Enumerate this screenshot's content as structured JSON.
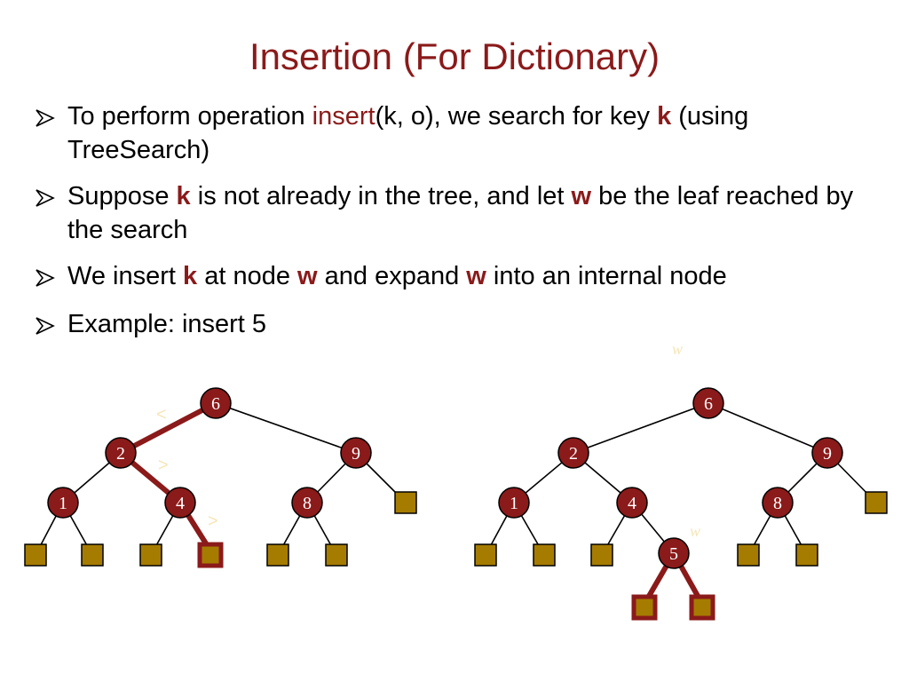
{
  "title": "Insertion (For Dictionary)",
  "bullets": {
    "b1": {
      "pre": "To perform operation ",
      "op": "insert",
      "mid": "(k, o), we search for key ",
      "key": "k",
      "post": " (using TreeSearch)"
    },
    "b2": {
      "pre": "Suppose ",
      "k": "k",
      "mid": " is not already in the tree, and let ",
      "w": "w",
      "post": " be the leaf reached by the search"
    },
    "b3": {
      "pre": "We insert ",
      "k": "k",
      "mid": " at node ",
      "w1": "w",
      "mid2": " and expand ",
      "w2": "w",
      "post": " into an internal node"
    },
    "b4": {
      "text": "Example: insert 5"
    }
  },
  "colors": {
    "title": "#8b1a1a",
    "node_fill": "#8b1a1a",
    "leaf_fill": "#a67c00",
    "edge": "#000000",
    "path": "#8b1a1a",
    "faint_label": "#f5e6b8"
  },
  "left_tree": {
    "nodes": {
      "n6": "6",
      "n2": "2",
      "n9": "9",
      "n1": "1",
      "n4": "4",
      "n8": "8"
    },
    "comparisons": {
      "c1": "<",
      "c2": ">",
      "c3": ">"
    }
  },
  "right_tree": {
    "nodes": {
      "n6": "6",
      "n2": "2",
      "n9": "9",
      "n1": "1",
      "n4": "4",
      "n8": "8",
      "n5": "5"
    }
  },
  "w_labels": {
    "top": "w",
    "right": "w"
  }
}
